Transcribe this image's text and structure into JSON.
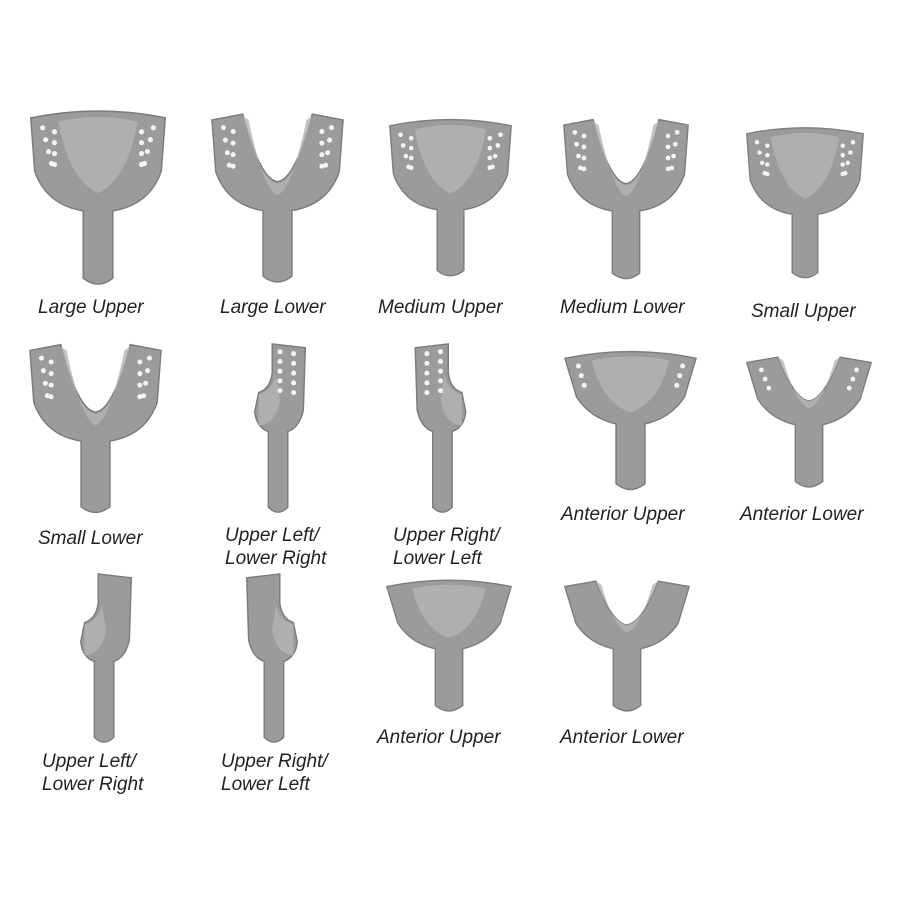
{
  "trays": [
    {
      "label": "Large Upper",
      "shape": "upper"
    },
    {
      "label": "Large Lower",
      "shape": "lower"
    },
    {
      "label": "Medium Upper",
      "shape": "upper"
    },
    {
      "label": "Medium Lower",
      "shape": "lower"
    },
    {
      "label": "Small Upper",
      "shape": "upper"
    },
    {
      "label": "Small Lower",
      "shape": "lower"
    },
    {
      "label": "Upper Left/",
      "label2": "Lower Right",
      "shape": "side-left"
    },
    {
      "label": "Upper Right/",
      "label2": "Lower Left",
      "shape": "side-right"
    },
    {
      "label": "Anterior Upper",
      "shape": "anterior-upper"
    },
    {
      "label": "Anterior Lower",
      "shape": "anterior-lower"
    },
    {
      "label": "Upper Left/",
      "label2": "Lower Right",
      "shape": "side-left-solid"
    },
    {
      "label": "Upper Right/",
      "label2": "Lower Left",
      "shape": "side-right-solid"
    },
    {
      "label": "Anterior Upper",
      "shape": "anterior-upper-solid"
    },
    {
      "label": "Anterior Lower",
      "shape": "anterior-lower-solid"
    }
  ],
  "colors": {
    "tray": "#9b9b9b",
    "tray_light": "#b4b4b4",
    "tray_dark": "#7c7c7c",
    "text": "#222222"
  }
}
